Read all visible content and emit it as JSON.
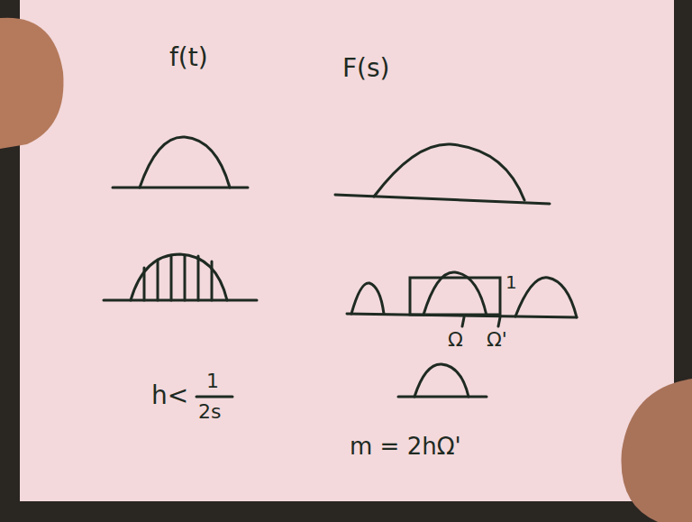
{
  "diagram": {
    "labels": [
      "f(t)",
      "F(s)",
      "1",
      "Ω",
      "Ω'",
      "h<",
      "1",
      "2s",
      "m = 2hΩ'"
    ]
  }
}
